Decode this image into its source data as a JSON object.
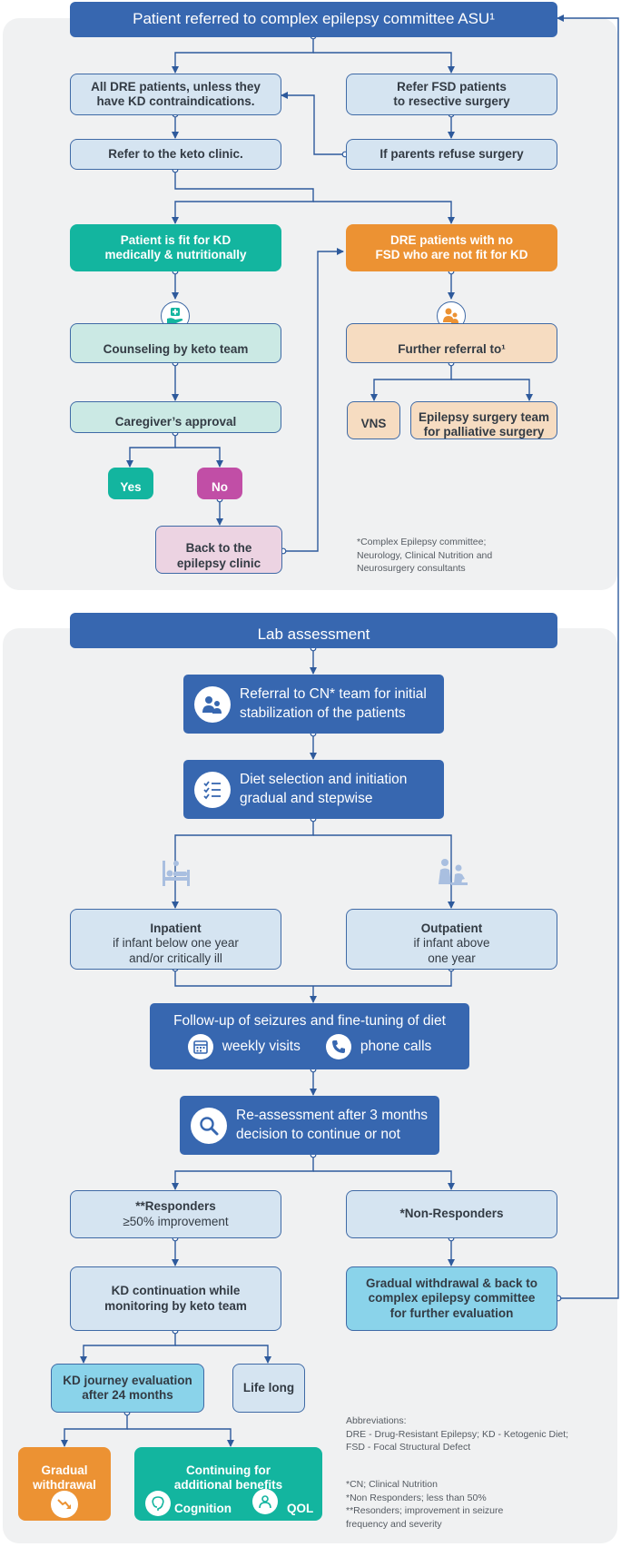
{
  "colors": {
    "navy": "#3767b0",
    "line": "#2e5a9c",
    "light_box": "#d5e4f1",
    "mint_box": "#cbe9e4",
    "teal": "#13b59f",
    "orange": "#ec9233",
    "magenta": "#c14ea6",
    "peach": "#f6dcc1",
    "pink": "#ecd3e2",
    "cyan": "#8ad3ea",
    "panel": "#f0f1f2"
  },
  "top": {
    "header": "Patient referred to complex epilepsy committee ASU¹",
    "dre_all": [
      "All DRE patients, unless they",
      "have KD contraindications."
    ],
    "refer_fsd": [
      "Refer FSD patients",
      "to resective surgery"
    ],
    "refer_keto": "Refer to the keto clinic.",
    "parents_refuse": "If parents refuse surgery",
    "fit_kd": [
      "Patient is fit for KD",
      "medically & nutritionally"
    ],
    "not_fit_kd": [
      "DRE patients with no",
      "FSD who are not fit for KD"
    ],
    "counseling": "Counseling by keto team",
    "further_referral": "Further referral to¹",
    "caregiver": "Caregiver’s approval",
    "vns": "VNS",
    "epilepsy_surgery": [
      "Epilepsy surgery team",
      "for palliative surgery"
    ],
    "yes": "Yes",
    "no": "No",
    "back_clinic": [
      "Back to the",
      "epilepsy clinic"
    ],
    "committee_note": [
      "*Complex Epilepsy committee;",
      "Neurology, Clinical Nutrition and",
      "Neurosurgery consultants"
    ]
  },
  "bottom": {
    "header": "Lab assessment",
    "referral_cn": [
      "Referral to CN* team for initial",
      "stabilization of the patients"
    ],
    "diet_selection": [
      "Diet selection and initiation",
      "gradual and stepwise"
    ],
    "inpatient": {
      "title": "Inpatient",
      "line1": "if infant below one year",
      "line2": "and/or critically ill"
    },
    "outpatient": {
      "title": "Outpatient",
      "line1": "if infant above",
      "line2": "one year"
    },
    "followup": {
      "title": "Follow-up of seizures and fine-tuning of diet",
      "weekly": "weekly visits",
      "phone": "phone calls"
    },
    "reassessment": [
      "Re-assessment after 3 months",
      "decision to continue or not"
    ],
    "responders": {
      "title": "**Responders",
      "sub": "≥50% improvement"
    },
    "non_responders": "*Non-Responders",
    "kd_continuation": [
      "KD continuation while",
      "monitoring by keto team"
    ],
    "gradual_withdrawal_back": [
      "Gradual withdrawal & back to",
      "complex epilepsy committee",
      "for further evaluation"
    ],
    "kd_journey": [
      "KD journey evaluation",
      "after 24 months"
    ],
    "life_long": "Life long",
    "gradual": "Gradual",
    "withdrawal": "withdrawal",
    "continuing": [
      "Continuing for",
      "additional benefits"
    ],
    "cognition": "Cognition",
    "qol": "QOL",
    "abbreviations": [
      "Abbreviations:",
      "DRE - Drug-Resistant Epilepsy; KD - Ketogenic Diet;",
      "FSD - Focal Structural Defect"
    ],
    "footnotes": [
      "*CN; Clinical Nutrition",
      "*Non Responders; less than 50%",
      "**Resonders; improvement in seizure",
      "frequency and severity"
    ]
  },
  "icons": {
    "medical_hand": "medical-hand-icon",
    "caregiver": "caregiver-icon",
    "referral": "doctor-patient-icon",
    "checklist": "checklist-icon",
    "hospital_bed": "hospital-bed-icon",
    "outpatient_visit": "outpatient-visit-icon",
    "calendar": "calendar-icon",
    "phone": "phone-icon",
    "magnifier": "magnifier-icon",
    "trend_down": "trend-down-icon",
    "brain": "brain-icon",
    "qol": "quality-of-life-icon"
  }
}
